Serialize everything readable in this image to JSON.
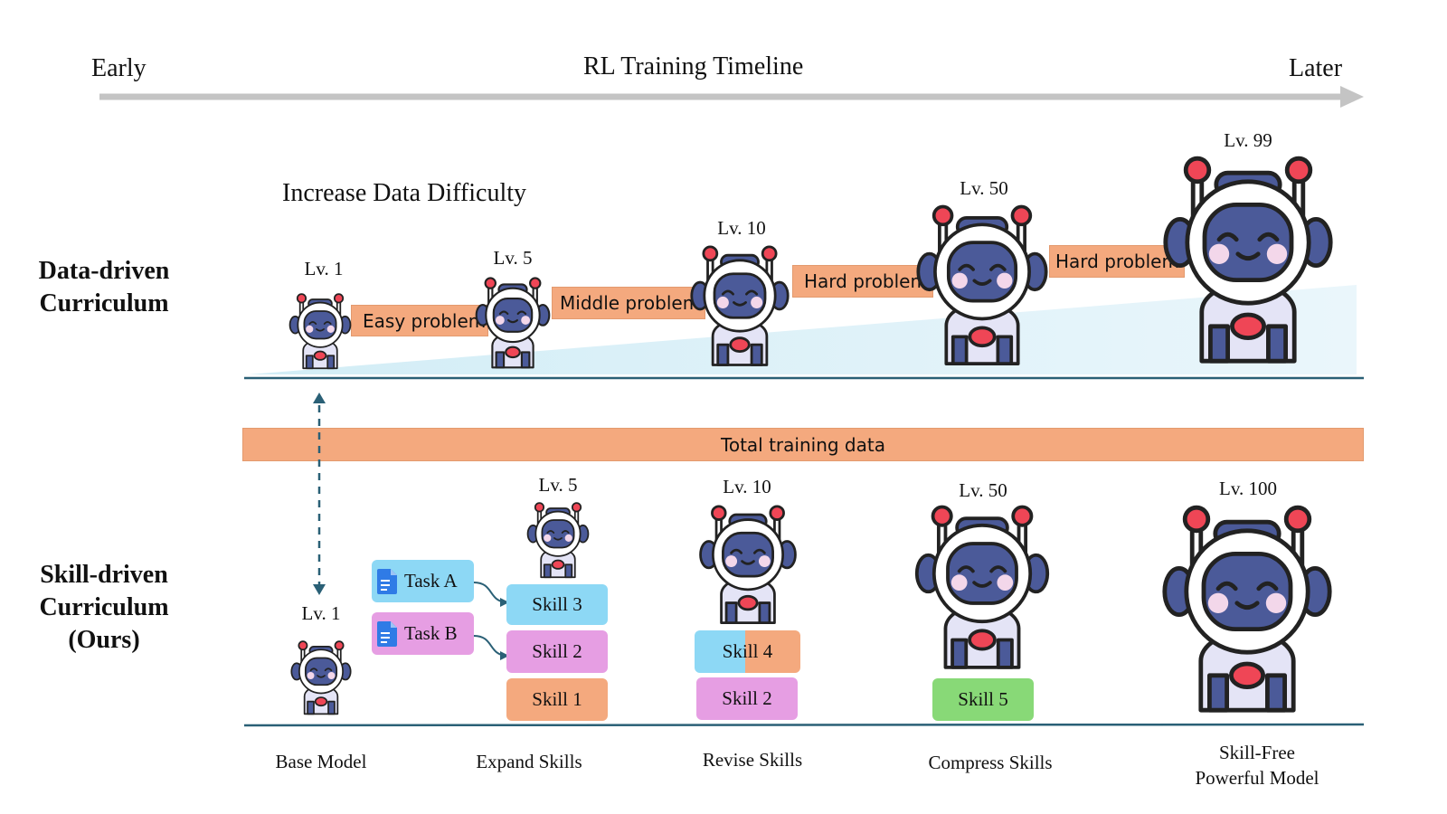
{
  "timeline": {
    "early": "Early",
    "title": "RL Training Timeline",
    "later": "Later"
  },
  "data_driven": {
    "section_title_line1": "Data-driven",
    "section_title_line2": "Curriculum",
    "heading": "Increase Data Difficulty",
    "levels": [
      "Lv. 1",
      "Lv. 5",
      "Lv. 10",
      "Lv. 50",
      "Lv. 99"
    ],
    "bars": [
      "Easy problem",
      "Middle problem",
      "Hard problem",
      "Hard problem"
    ]
  },
  "total_training_data": "Total training data",
  "skill_driven": {
    "section_title_line1": "Skill-driven",
    "section_title_line2": "Curriculum",
    "section_title_line3": "(Ours)",
    "levels": [
      "Lv. 1",
      "Lv. 5",
      "Lv. 10",
      "Lv. 50",
      "Lv. 100"
    ],
    "tasks": [
      "Task A",
      "Task B"
    ],
    "skills": {
      "skill_3": "Skill 3",
      "skill_2": "Skill 2",
      "skill_1": "Skill 1",
      "skill_4": "Skill 4",
      "skill_2b": "Skill 2",
      "skill_5": "Skill 5"
    },
    "stages": [
      "Base Model",
      "Expand Skills",
      "Revise Skills",
      "Compress Skills",
      "Skill-Free",
      "Powerful Model"
    ]
  },
  "colors": {
    "orange": "#f4a97e",
    "blue": "#8dd8f5",
    "pink": "#e69ee3",
    "green": "#88d977",
    "baseline": "#2a6076",
    "robot_face": "#4b5a99",
    "robot_body": "#e4e4f6",
    "robot_red": "#ef4656"
  },
  "icons": [
    "document-icon",
    "robot-icon",
    "arrow-icon"
  ]
}
